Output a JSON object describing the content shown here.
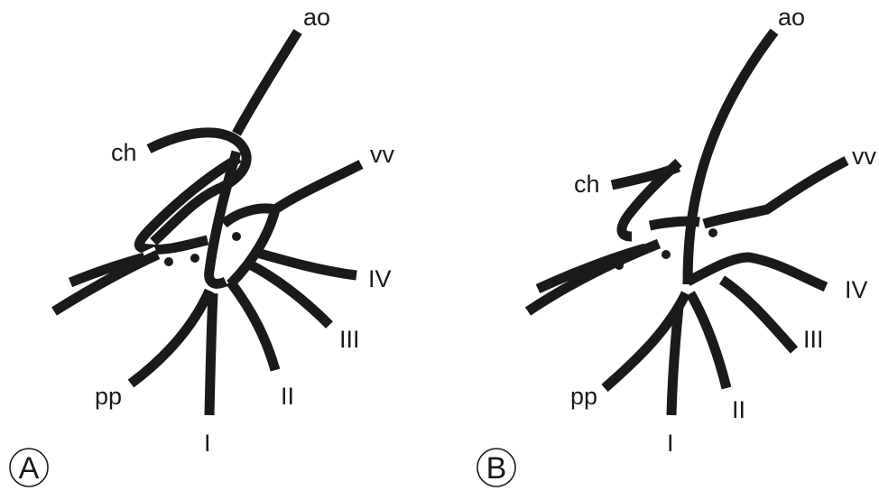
{
  "panels": [
    {
      "id": "A",
      "letter": "A",
      "labels": {
        "ao": "ao",
        "ch": "ch",
        "vv": "vv",
        "IV": "IV",
        "III": "III",
        "II": "II",
        "I": "I",
        "pp": "pp"
      }
    },
    {
      "id": "B",
      "letter": "B",
      "labels": {
        "ao": "ao",
        "ch": "ch",
        "vv": "vv",
        "IV": "IV",
        "III": "III",
        "II": "II",
        "I": "I",
        "pp": "pp"
      }
    }
  ]
}
